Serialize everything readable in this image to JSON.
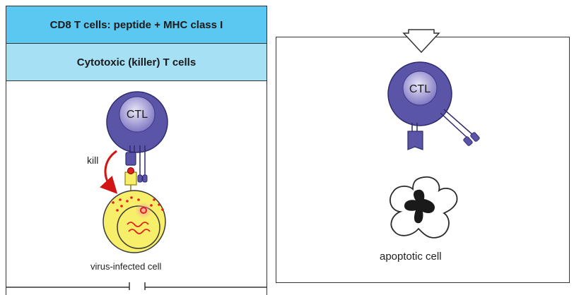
{
  "left_panel": {
    "header_primary": "CD8 T cells: peptide + MHC class I",
    "header_secondary": "Cytotoxic (killer) T cells",
    "cell_label": "CTL",
    "action_label": "kill",
    "target_label": "virus-infected cell"
  },
  "right_panel": {
    "cell_label": "CTL",
    "result_label": "apoptotic cell"
  },
  "colors": {
    "header_primary": "#5bc8f1",
    "header_secondary": "#a6e0f5",
    "ctl_outer": "#5b55a8",
    "ctl_inner": "#8c86cc",
    "infected_cell": "#f7ef6a",
    "virus_red": "#e02020"
  }
}
